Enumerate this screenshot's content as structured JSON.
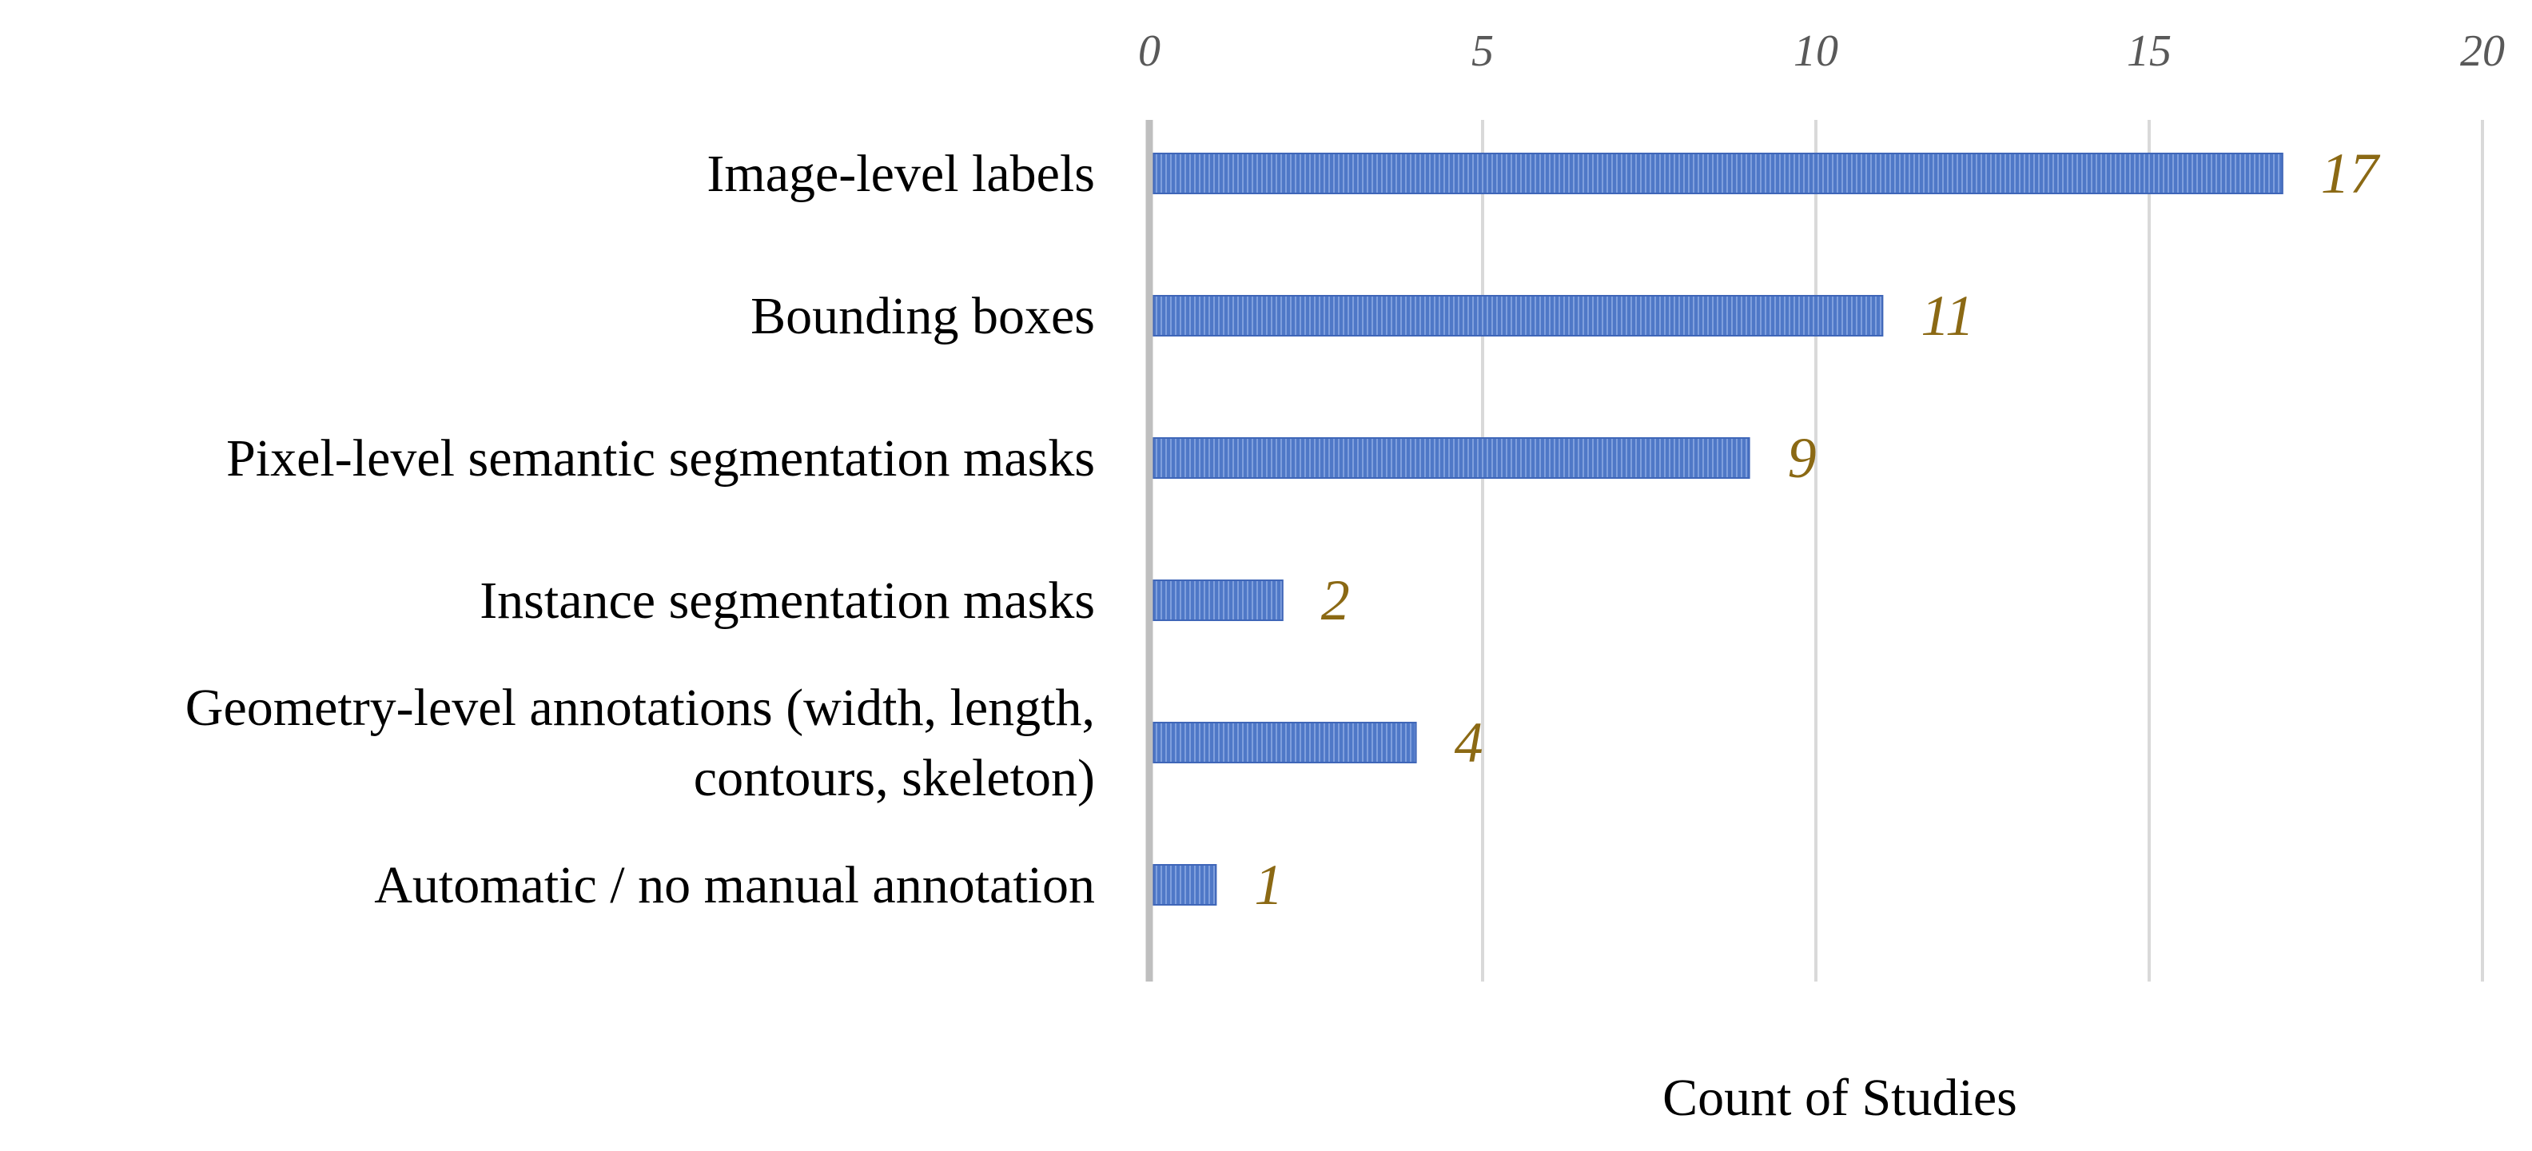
{
  "chart_data": {
    "type": "bar",
    "orientation": "horizontal",
    "categories": [
      "Image-level labels",
      "Bounding boxes",
      "Pixel-level semantic segmentation masks",
      "Instance segmentation masks",
      "Geometry-level annotations (width, length, contours, skeleton)",
      "Automatic / no manual annotation"
    ],
    "category_lines": [
      [
        "Image-level labels"
      ],
      [
        "Bounding boxes"
      ],
      [
        "Pixel-level semantic segmentation masks"
      ],
      [
        "Instance segmentation masks"
      ],
      [
        "Geometry-level annotations (width, length,",
        "contours, skeleton)"
      ],
      [
        "Automatic / no manual annotation"
      ]
    ],
    "values": [
      17,
      11,
      9,
      2,
      4,
      1
    ],
    "data_labels": [
      "17",
      "11",
      "9",
      "2",
      "4",
      "1"
    ],
    "xlabel": "Count of Studies",
    "xlim": [
      0,
      20
    ],
    "xticks": [
      0,
      5,
      10,
      15,
      20
    ],
    "tick_labels": [
      "0",
      "5",
      "10",
      "15",
      "20"
    ],
    "x_axis_position": "top",
    "grid": true,
    "legend": "none",
    "colors": {
      "bar_fill": "#4f78c7",
      "bar_stripe": "#7f9fdd",
      "bar_edge": "#3f66b8",
      "data_label": "#8b6914",
      "tick_label": "#595959",
      "gridline": "#d9d9d9",
      "axis_line": "#bfbfbf",
      "category_label": "#000000"
    }
  }
}
